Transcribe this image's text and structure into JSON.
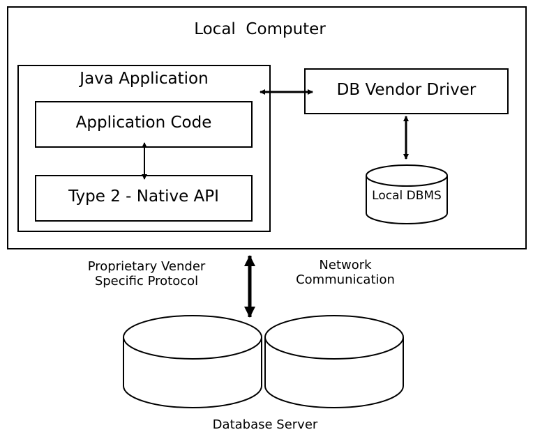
{
  "local_computer": {
    "title": "Local  Computer"
  },
  "java_application": {
    "title": "Java Application",
    "application_code": "Application Code",
    "native_api": "Type 2 - Native API"
  },
  "db_vendor_driver": "DB Vendor Driver",
  "local_dbms": "Local DBMS",
  "protocol_label": {
    "line1": "Proprietary Vender",
    "line2": "Specific Protocol"
  },
  "network_label": {
    "line1": "Network",
    "line2": "Communication"
  },
  "database_server": "Database Server"
}
